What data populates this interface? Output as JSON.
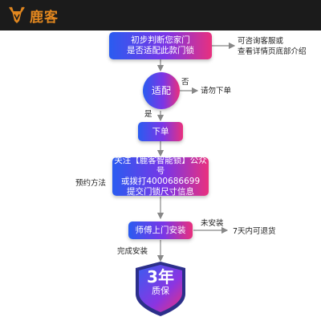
{
  "brand": {
    "name": "鹿客"
  },
  "nodes": {
    "confirm": [
      "初步判断您家门",
      "是否适配此款门锁"
    ],
    "adapt": "适配",
    "order": "下单",
    "contact": [
      "关注【鹿客智能锁】公众号",
      "或拨打4000686699",
      "提交门锁尺寸信息"
    ],
    "install": "师傅上门安装"
  },
  "side_labels": {
    "consult": [
      "可咨询客服或",
      "查看详情页底部介绍"
    ],
    "no": "否",
    "dont_order": "请勿下单",
    "yes": "是",
    "booking": "预约方法",
    "not_installed": "未安装",
    "refund": "7天内可退货",
    "complete": "完成安装"
  },
  "warranty": {
    "years": "3年",
    "label": "质保"
  },
  "colors": {
    "header_bg": "#1b1b1b",
    "brand": "#e2871f",
    "gradient_start": "#2a5cf0",
    "gradient_mid": "#7a36e6",
    "gradient_end": "#e9307e",
    "arrow": "#888888"
  }
}
